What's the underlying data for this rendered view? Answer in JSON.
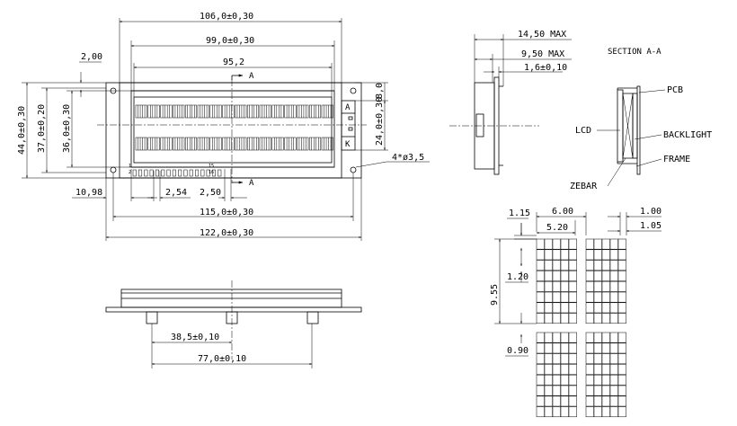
{
  "dimensions": {
    "width_106": "106,0±0,30",
    "width_99": "99,0±0,30",
    "width_952": "95,2",
    "d_200": "2,00",
    "h_44": "44,0±0,30",
    "h_37": "37,0±0,20",
    "h_36": "36,0±0,30",
    "h_24": "24,0±0,30",
    "d_80": "8,0",
    "holes": "4*ø3,5",
    "d_1098": "10,98",
    "d_254": "2,54",
    "d_250": "2,50",
    "w_115": "115,0±0,30",
    "w_122": "122,0±0,30",
    "d_385": "38,5±0,10",
    "d_770": "77,0±0,10",
    "side_145": "14,50 MAX",
    "side_95": "9,50 MAX",
    "side_16": "1,6±0,10"
  },
  "section": {
    "mark": "A",
    "title": "SECTION A-A",
    "pcb": "PCB",
    "lcd": "LCD",
    "backlight": "BACKLIGHT",
    "frame": "FRAME",
    "zebar": "ZEBAR"
  },
  "led": {
    "anode": "A",
    "cathode": "K"
  },
  "pins": {
    "p1": "1",
    "p2": "2",
    "p15": "15",
    "p16": "16"
  },
  "char_detail": {
    "d_115": "1.15",
    "d_600": "6.00",
    "d_520": "5.20",
    "d_100": "1.00",
    "d_105": "1.05",
    "d_955": "9.55",
    "d_120": "1.20",
    "d_090": "0.90"
  }
}
